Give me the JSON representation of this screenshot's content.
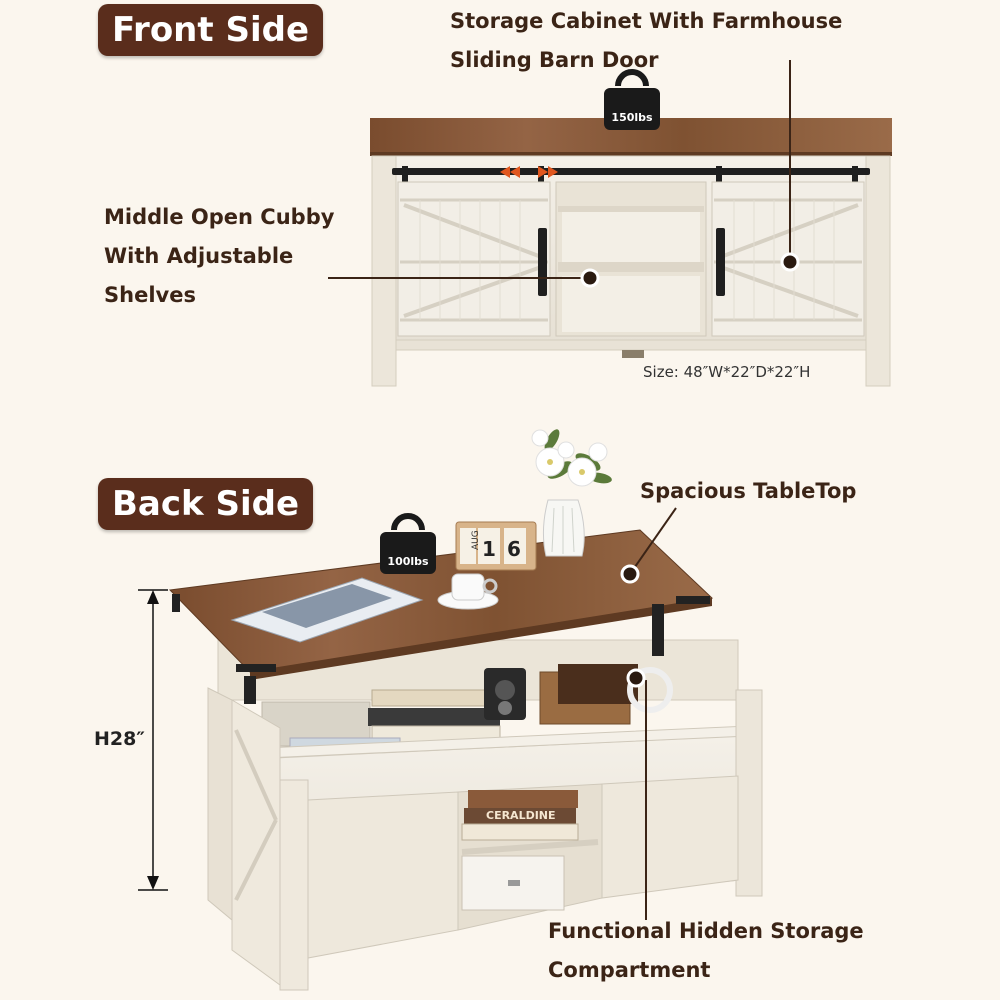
{
  "labels": {
    "front_side": "Front Side",
    "back_side": "Back Side"
  },
  "callouts": {
    "storage_cabinet_line1": "Storage Cabinet With Farmhouse",
    "storage_cabinet_line2": "Sliding Barn Door",
    "cubby_line1": "Middle Open Cubby",
    "cubby_line2": "With Adjustable",
    "cubby_line3": "Shelves",
    "tabletop": "Spacious TableTop",
    "hidden_line1": "Functional Hidden Storage",
    "hidden_line2": "Compartment"
  },
  "specs": {
    "size": "Size: 48″W*22″D*22″H",
    "height": "H28″",
    "front_weight": "150lbs",
    "top_weight": "100lbs"
  },
  "props": {
    "calendar_month": "AUG",
    "calendar_day_1": "1",
    "calendar_day_2": "6",
    "book_title": "CERALDINE"
  },
  "colors": {
    "background": "#fbf6ee",
    "tag_bg": "#5a2d1c",
    "wood_top": "#8a5a3a",
    "cabinet_white": "#efeae0",
    "callout_text": "#3b2416"
  },
  "icons": [
    "weight-icon",
    "sliding-arrow-icon"
  ]
}
